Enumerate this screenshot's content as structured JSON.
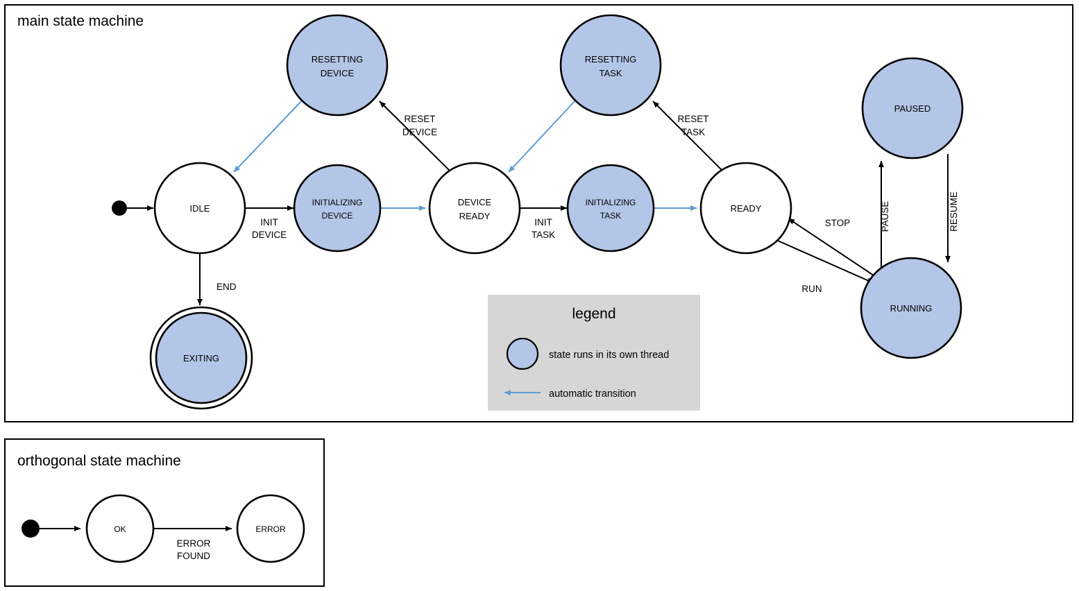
{
  "colors": {
    "thread_state_fill": "#b3c6e7",
    "plain_state_fill": "#ffffff",
    "stroke": "#000000",
    "auto_transition": "#5b9bd5",
    "legend_background": "#d6d6d6"
  },
  "frames": {
    "main": {
      "title": "main state machine"
    },
    "orthogonal": {
      "title": "orthogonal state machine"
    }
  },
  "legend": {
    "title": "legend",
    "items": [
      {
        "symbol": "blue-circle",
        "text": "state runs in its own thread"
      },
      {
        "symbol": "blue-arrow",
        "text": "automatic transition"
      }
    ]
  },
  "main_machine": {
    "states": [
      {
        "id": "idle",
        "label_line1": "IDLE",
        "label_line2": "",
        "thread": false,
        "final": false
      },
      {
        "id": "resetting-device",
        "label_line1": "RESETTING",
        "label_line2": "DEVICE",
        "thread": true,
        "final": false
      },
      {
        "id": "initializing-device",
        "label_line1": "INITIALIZING",
        "label_line2": "DEVICE",
        "thread": true,
        "final": false
      },
      {
        "id": "device-ready",
        "label_line1": "DEVICE",
        "label_line2": "READY",
        "thread": false,
        "final": false
      },
      {
        "id": "resetting-task",
        "label_line1": "RESETTING",
        "label_line2": "TASK",
        "thread": true,
        "final": false
      },
      {
        "id": "initializing-task",
        "label_line1": "INITIALIZING",
        "label_line2": "TASK",
        "thread": true,
        "final": false
      },
      {
        "id": "ready",
        "label_line1": "READY",
        "label_line2": "",
        "thread": false,
        "final": false
      },
      {
        "id": "paused",
        "label_line1": "PAUSED",
        "label_line2": "",
        "thread": true,
        "final": false
      },
      {
        "id": "running",
        "label_line1": "RUNNING",
        "label_line2": "",
        "thread": true,
        "final": false
      },
      {
        "id": "exiting",
        "label_line1": "EXITING",
        "label_line2": "",
        "thread": true,
        "final": true
      }
    ],
    "transitions": [
      {
        "from": "start",
        "to": "idle",
        "label_line1": "",
        "label_line2": "",
        "auto": false
      },
      {
        "from": "idle",
        "to": "initializing-device",
        "label_line1": "INIT",
        "label_line2": "DEVICE",
        "auto": false
      },
      {
        "from": "idle",
        "to": "exiting",
        "label_line1": "END",
        "label_line2": "",
        "auto": false
      },
      {
        "from": "initializing-device",
        "to": "device-ready",
        "label_line1": "",
        "label_line2": "",
        "auto": true
      },
      {
        "from": "resetting-device",
        "to": "idle",
        "label_line1": "",
        "label_line2": "",
        "auto": true
      },
      {
        "from": "device-ready",
        "to": "resetting-device",
        "label_line1": "RESET",
        "label_line2": "DEVICE",
        "auto": false
      },
      {
        "from": "device-ready",
        "to": "initializing-task",
        "label_line1": "INIT",
        "label_line2": "TASK",
        "auto": false
      },
      {
        "from": "initializing-task",
        "to": "ready",
        "label_line1": "",
        "label_line2": "",
        "auto": true
      },
      {
        "from": "resetting-task",
        "to": "device-ready",
        "label_line1": "",
        "label_line2": "",
        "auto": true
      },
      {
        "from": "ready",
        "to": "resetting-task",
        "label_line1": "RESET",
        "label_line2": "TASK",
        "auto": false
      },
      {
        "from": "ready",
        "to": "running",
        "label_line1": "RUN",
        "label_line2": "",
        "auto": false
      },
      {
        "from": "running",
        "to": "ready",
        "label_line1": "STOP",
        "label_line2": "",
        "auto": false
      },
      {
        "from": "running",
        "to": "paused",
        "label_line1": "PAUSE",
        "label_line2": "",
        "auto": false
      },
      {
        "from": "paused",
        "to": "running",
        "label_line1": "RESUME",
        "label_line2": "",
        "auto": false
      }
    ]
  },
  "orthogonal_machine": {
    "states": [
      {
        "id": "ok",
        "label_line1": "OK",
        "thread": false
      },
      {
        "id": "error",
        "label_line1": "ERROR",
        "thread": false
      }
    ],
    "transitions": [
      {
        "from": "start",
        "to": "ok",
        "label_line1": "",
        "label_line2": "",
        "auto": false
      },
      {
        "from": "ok",
        "to": "error",
        "label_line1": "ERROR",
        "label_line2": "FOUND",
        "auto": false
      }
    ]
  }
}
